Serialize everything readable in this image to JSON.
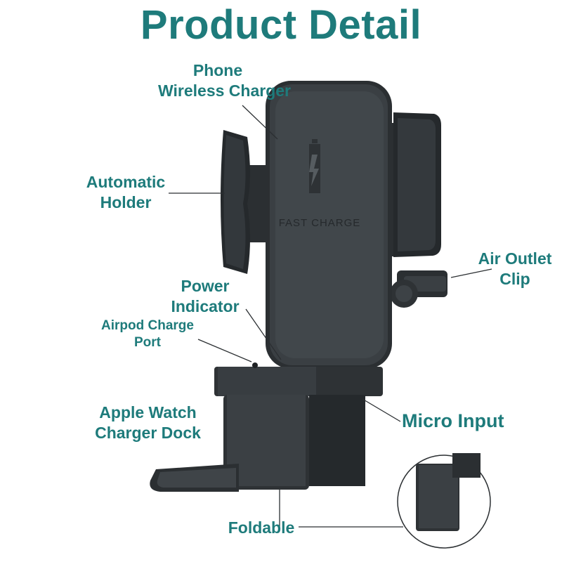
{
  "title": "Product Detail",
  "labels": {
    "phone_charger": [
      "Phone",
      "Wireless Charger"
    ],
    "automatic_holder": [
      "Automatic",
      "Holder"
    ],
    "air_outlet_clip": [
      "Air Outlet",
      "Clip"
    ],
    "power_indicator": [
      "Power",
      "Indicator"
    ],
    "airpod_port": [
      "Airpod Charge",
      "Port"
    ],
    "watch_dock": [
      "Apple Watch",
      "Charger Dock"
    ],
    "micro_input": [
      "Micro Input"
    ],
    "foldable": [
      "Foldable"
    ]
  },
  "device_print": "FAST CHARGE",
  "colors": {
    "accent": "#1e7b7b",
    "device_dark": "#2e3235",
    "device_mid": "#3a3f43",
    "device_light": "#4a5054"
  }
}
